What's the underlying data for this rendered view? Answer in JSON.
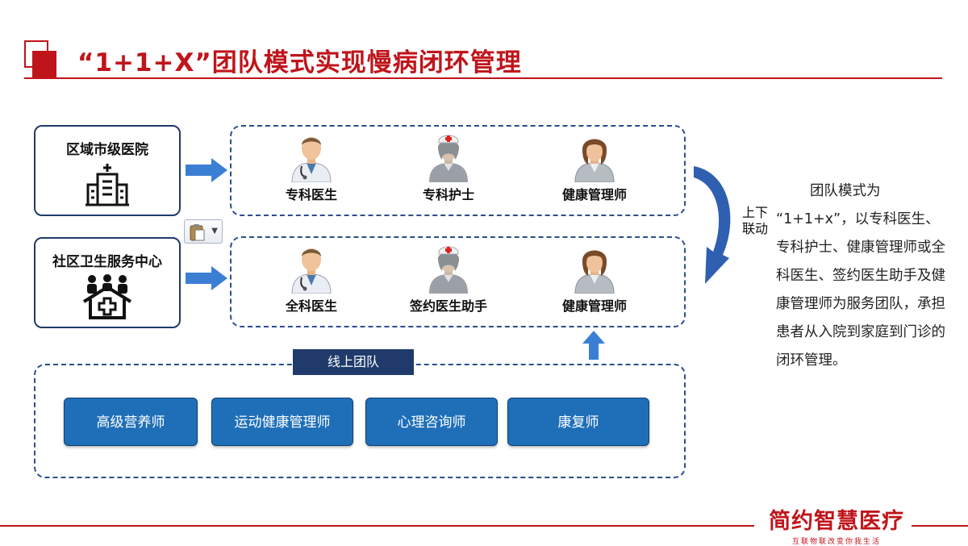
{
  "title": "“1+1+X”团队模式实现慢病闭环管理",
  "orgs": {
    "city": "区域市级医院",
    "community": "社区卫生服务中心"
  },
  "team_top": {
    "members": [
      "专科医生",
      "专科护士",
      "健康管理师"
    ]
  },
  "team_bottom": {
    "members": [
      "全科医生",
      "签约医生助手",
      "健康管理师"
    ]
  },
  "linkage": "上下联动",
  "description": {
    "first_line": "团队模式为",
    "body": "“1+1+x”，以专科医生、专科护士、健康管理师或全科医生、签约医生助手及健康管理师为服务团队，承担患者从入院到家庭到门诊的闭环管理。"
  },
  "online": {
    "tab": "线上团队",
    "roles": [
      "高级营养师",
      "运动健康管理师",
      "心理咨询师",
      "康复师"
    ]
  },
  "brand": {
    "name": "简约智慧医疗",
    "slogan": "互联物联改变你我生活"
  },
  "colors": {
    "accent_red": "#c0141b",
    "navy": "#1f3a6b",
    "button_blue": "#1f6fb8",
    "arrow_blue": "#3b7fd4"
  },
  "icons": [
    "hospital-icon",
    "community-health-icon",
    "doctor-icon",
    "nurse-icon",
    "health-manager-icon",
    "clipboard-icon",
    "curved-arrow-icon",
    "arrow-right-icon",
    "arrow-up-icon"
  ]
}
